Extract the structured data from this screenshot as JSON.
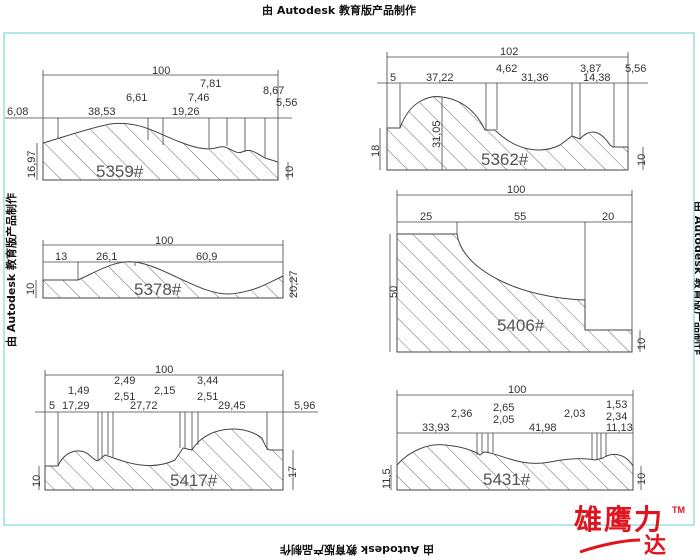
{
  "watermark": "由 Autodesk 教育版产品制作",
  "logo": {
    "text": "雄鹰力",
    "sub": "达",
    "tm": "TM",
    "color": "#e0141e"
  },
  "border_color": "#7fd8d8",
  "p5359": {
    "label": "5359#",
    "total": "100",
    "dims": [
      "6,08",
      "38,53",
      "6,61",
      "19,26",
      "7,46",
      "7,81",
      "8,67",
      "5,56"
    ],
    "left_h": "16,97",
    "right_h": "10"
  },
  "p5362": {
    "label": "5362#",
    "total": "102",
    "dims": [
      "5",
      "37,22",
      "4,62",
      "31,36",
      "3,87",
      "14,38",
      "5,56"
    ],
    "left_h": "18",
    "mid_h": "31,05",
    "right_h": "10"
  },
  "p5378": {
    "label": "5378#",
    "total": "100",
    "dims": [
      "13",
      "26,1",
      "60,9"
    ],
    "left_h": "10",
    "right_h": "20,27"
  },
  "p5406": {
    "label": "5406#",
    "total": "100",
    "dims": [
      "25",
      "55",
      "20"
    ],
    "left_h": "50",
    "right_h": "10"
  },
  "p5417": {
    "label": "5417#",
    "total": "100",
    "dims": [
      "5",
      "17,29",
      "1,49",
      "2,49",
      "2,51",
      "27,72",
      "2,15",
      "3,44",
      "2,51",
      "29,45",
      "5,96"
    ],
    "left_h": "10",
    "right_h": "17"
  },
  "p5431": {
    "label": "5431#",
    "total": "100",
    "dims": [
      "33,93",
      "2,36",
      "2,65",
      "2,05",
      "41,98",
      "2,03",
      "1,53",
      "2,34",
      "11,13"
    ],
    "left_h": "11,5",
    "right_h": "10"
  }
}
